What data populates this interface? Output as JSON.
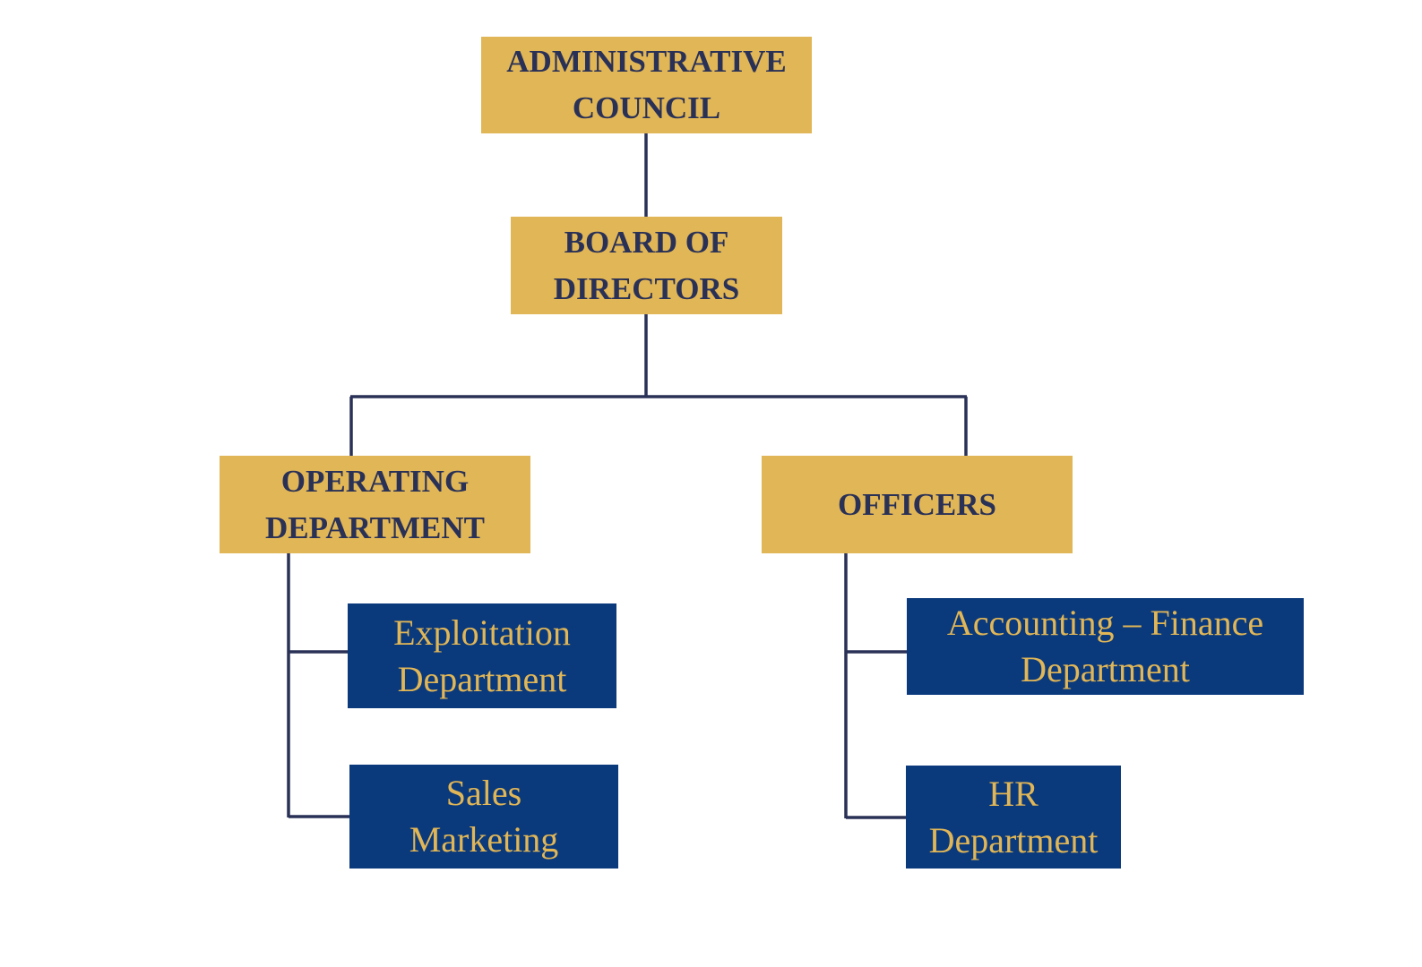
{
  "colors": {
    "gold": "#E1B656",
    "navy_text": "#2A3157",
    "blue": "#0B3A7C",
    "connector": "#2A3157"
  },
  "nodes": {
    "admin": {
      "line1": "ADMINISTRATIVE",
      "line2": "COUNCIL"
    },
    "board": {
      "line1": "BOARD OF",
      "line2": "DIRECTORS"
    },
    "operating": {
      "line1": "OPERATING",
      "line2": "DEPARTMENT"
    },
    "officers": {
      "line1": "OFFICERS"
    },
    "exploitation": {
      "line1": "Exploitation",
      "line2": "Department"
    },
    "sales": {
      "line1": "Sales",
      "line2": "Marketing"
    },
    "accounting": {
      "line1": "Accounting – Finance",
      "line2": "Department"
    },
    "hr": {
      "line1": "HR",
      "line2": "Department"
    }
  }
}
